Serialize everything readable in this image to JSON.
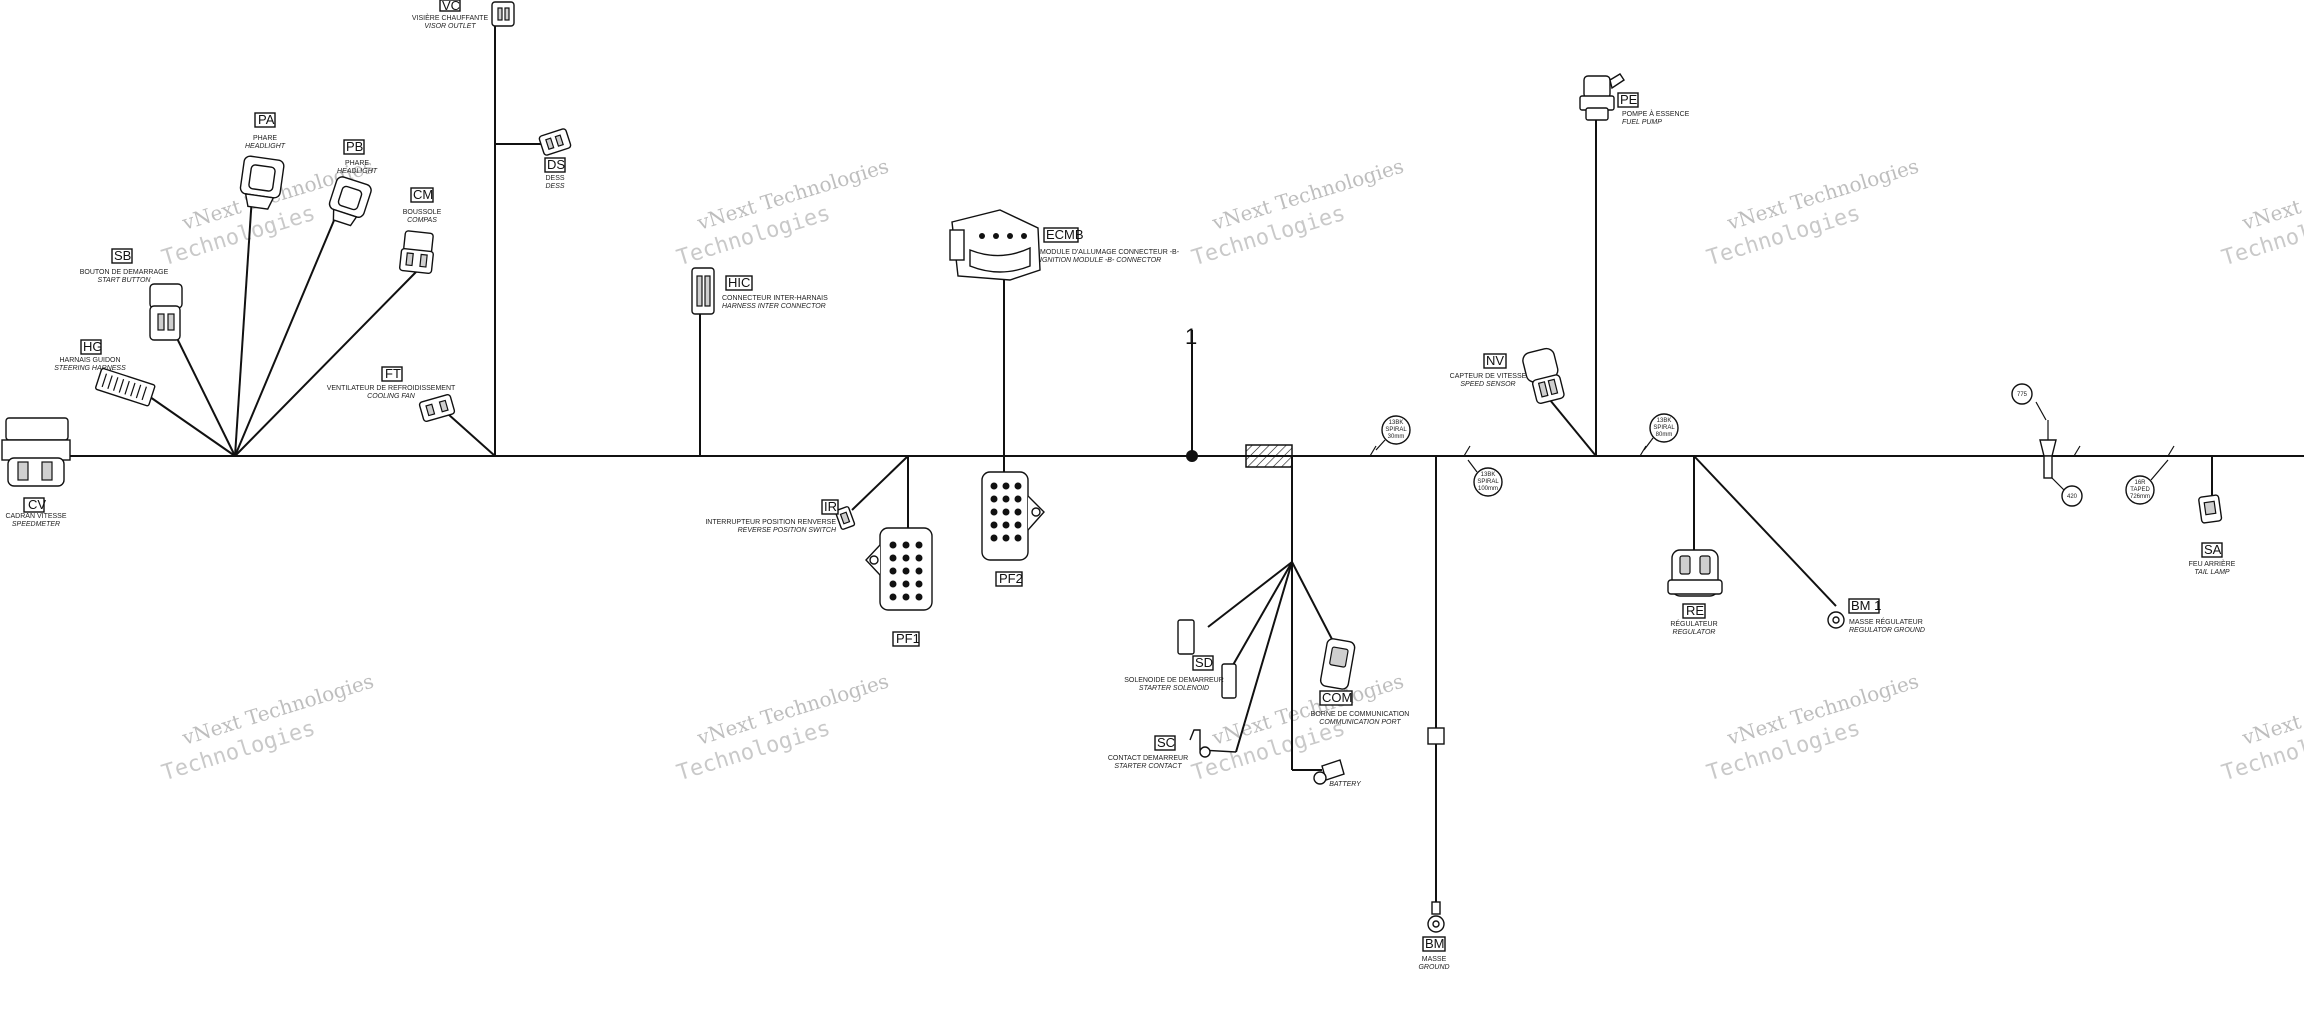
{
  "watermark": {
    "line1": "vNext Technologies",
    "line2": "Technologies"
  },
  "main_label": "1",
  "connectors": [
    {
      "id": "cv",
      "code": "CV",
      "fr": "CADRAN VITESSE",
      "en": "SPEEDMETER"
    },
    {
      "id": "hg",
      "code": "HG",
      "fr": "HARNAIS GUIDON",
      "en": "STEERING HARNESS"
    },
    {
      "id": "sb",
      "code": "SB",
      "fr": "BOUTON DE DEMARRAGE",
      "en": "START BUTTON"
    },
    {
      "id": "pa",
      "code": "PA",
      "fr": "PHARE",
      "en": "HEADLIGHT"
    },
    {
      "id": "pb",
      "code": "PB",
      "fr": "PHARE",
      "en": "HEADLIGHT"
    },
    {
      "id": "cm",
      "code": "CM",
      "fr": "BOUSSOLE",
      "en": "COMPAS"
    },
    {
      "id": "vc",
      "code": "VC",
      "fr": "VISIÈRE CHAUFFANTE",
      "en": "VISOR OUTLET"
    },
    {
      "id": "ds",
      "code": "DS",
      "fr": "DESS",
      "en": "DESS"
    },
    {
      "id": "ft",
      "code": "FT",
      "fr": "VENTILATEUR DE REFROIDISSEMENT",
      "en": "COOLING FAN"
    },
    {
      "id": "hic",
      "code": "HIC",
      "fr": "CONNECTEUR INTER-HARNAIS",
      "en": "HARNESS INTER CONNECTOR"
    },
    {
      "id": "ecmb",
      "code": "ECMB",
      "fr": "MODULE D'ALLUMAGE CONNECTEUR -B-",
      "en": "IGNITION MODULE -B- CONNECTOR"
    },
    {
      "id": "ir",
      "code": "IR",
      "fr": "INTERRUPTEUR POSITION RENVERSE",
      "en": "REVERSE POSITION SWITCH"
    },
    {
      "id": "pf1",
      "code": "PF1",
      "fr": "",
      "en": ""
    },
    {
      "id": "pf2",
      "code": "PF2",
      "fr": "",
      "en": ""
    },
    {
      "id": "sd",
      "code": "SD",
      "fr": "SOLENOIDE DE DEMARREUR",
      "en": "STARTER SOLENOID"
    },
    {
      "id": "sc",
      "code": "SC",
      "fr": "CONTACT DEMARREUR",
      "en": "STARTER CONTACT"
    },
    {
      "id": "com",
      "code": "COM",
      "fr": "BORNE DE COMMUNICATION",
      "en": "COMMUNICATION PORT"
    },
    {
      "id": "bat",
      "code": "",
      "fr": "",
      "en": "BATTERY"
    },
    {
      "id": "bm",
      "code": "BM",
      "fr": "MASSE",
      "en": "GROUND"
    },
    {
      "id": "nv",
      "code": "NV",
      "fr": "CAPTEUR DE VITESSE",
      "en": "SPEED SENSOR"
    },
    {
      "id": "pe",
      "code": "PE",
      "fr": "POMPE À ESSENCE",
      "en": "FUEL PUMP"
    },
    {
      "id": "re",
      "code": "RE",
      "fr": "RÉGULATEUR",
      "en": "REGULATOR"
    },
    {
      "id": "bm1",
      "code": "BM 1",
      "fr": "MASSE RÉGULATEUR",
      "en": "REGULATOR GROUND"
    },
    {
      "id": "sa",
      "code": "SA",
      "fr": "FEU ARRIÈRE",
      "en": "TAIL LAMP"
    }
  ],
  "callouts": [
    {
      "id": "c775",
      "text": "775"
    },
    {
      "id": "c420",
      "text": "420"
    }
  ],
  "wire_tags": [
    {
      "id": "t1",
      "lines": [
        "13BK",
        "SPIRAL",
        "30mm"
      ]
    },
    {
      "id": "t2",
      "lines": [
        "13BK",
        "SPIRAL",
        "100mm"
      ]
    },
    {
      "id": "t3",
      "lines": [
        "13BK",
        "SPIRAL",
        "80mm"
      ]
    },
    {
      "id": "t4",
      "lines": [
        "16R",
        "TAPED",
        "726mm"
      ]
    }
  ]
}
